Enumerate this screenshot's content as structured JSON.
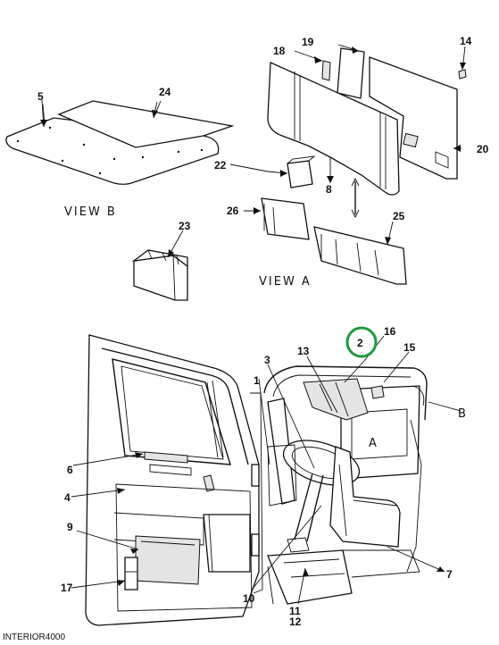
{
  "labels": {
    "n1": "1",
    "n2": "2",
    "n3": "3",
    "n4": "4",
    "n5": "5",
    "n6": "6",
    "n7": "7",
    "n8": "8",
    "n9": "9",
    "n10": "10",
    "n11": "11",
    "n12": "12",
    "n13": "13",
    "n14": "14",
    "n15": "15",
    "n16": "16",
    "n17": "17",
    "n18": "18",
    "n19": "19",
    "n20": "20",
    "n22": "22",
    "n23": "23",
    "n24": "24",
    "n25": "25",
    "n26": "26",
    "view_b": "VIEW B",
    "view_a": "VIEW A",
    "ref_b": "B",
    "ref_a": "A"
  },
  "caption": "INTERIOR4000",
  "colors": {
    "highlight_circle": "#1e9a3c",
    "ink": "#111111"
  }
}
